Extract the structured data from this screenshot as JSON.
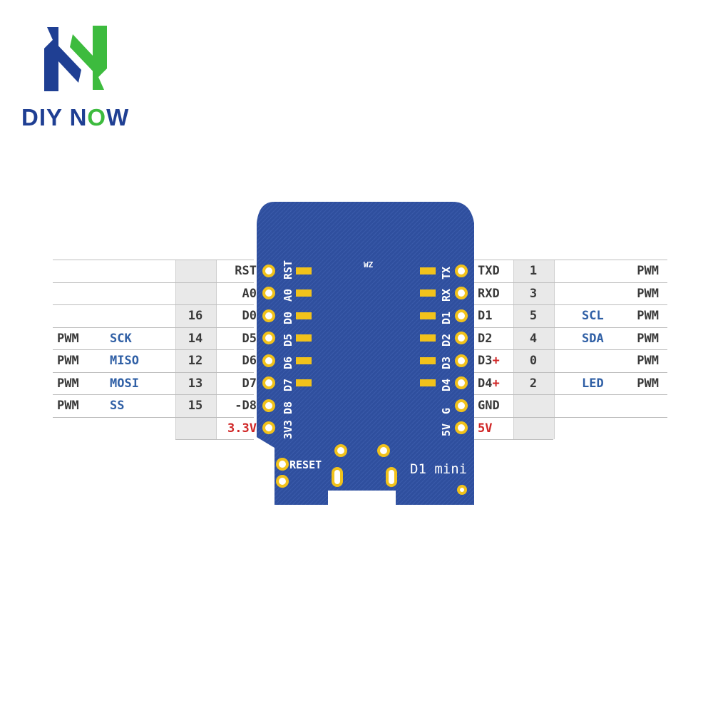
{
  "brand": {
    "name_part1": "DIY N",
    "name_o": "O",
    "name_part2": "W",
    "colors": {
      "blue": "#1f3f93",
      "green": "#3dbb3e"
    }
  },
  "left_pins": [
    {
      "pin": "RST",
      "gpio": "",
      "func": "",
      "pwm": ""
    },
    {
      "pin": "A0",
      "gpio": "",
      "func": "",
      "pwm": ""
    },
    {
      "pin": "D0",
      "gpio": "16",
      "func": "",
      "pwm": ""
    },
    {
      "pin": "D5",
      "gpio": "14",
      "func": "SCK",
      "pwm": "PWM"
    },
    {
      "pin": "D6",
      "gpio": "12",
      "func": "MISO",
      "pwm": "PWM"
    },
    {
      "pin": "D7",
      "gpio": "13",
      "func": "MOSI",
      "pwm": "PWM"
    },
    {
      "pin": "-D8",
      "gpio": "15",
      "func": "SS",
      "pwm": "PWM"
    },
    {
      "pin": "3.3V",
      "gpio": "",
      "func": "",
      "pwm": ""
    }
  ],
  "right_pins": [
    {
      "pin": "TXD",
      "gpio": "1",
      "func": "",
      "pwm": "PWM"
    },
    {
      "pin": "RXD",
      "gpio": "3",
      "func": "",
      "pwm": "PWM"
    },
    {
      "pin": "D1",
      "gpio": "5",
      "func": "SCL",
      "pwm": "PWM"
    },
    {
      "pin": "D2",
      "gpio": "4",
      "func": "SDA",
      "pwm": "PWM"
    },
    {
      "pin": "D3",
      "plus": "+",
      "gpio": "0",
      "func": "",
      "pwm": "PWM"
    },
    {
      "pin": "D4",
      "plus": "+",
      "gpio": "2",
      "func": "LED",
      "pwm": "PWM"
    },
    {
      "pin": "GND",
      "gpio": "",
      "func": "",
      "pwm": ""
    },
    {
      "pin": "5V",
      "gpio": "",
      "func": "",
      "pwm": ""
    }
  ],
  "board": {
    "left_silk": [
      "RST",
      "A0",
      "D0",
      "D5",
      "D6",
      "D7",
      "D8",
      "3V3"
    ],
    "right_silk": [
      "TX",
      "RX",
      "D1",
      "D2",
      "D3",
      "D4",
      "G",
      "5V"
    ],
    "reset_label": "RESET",
    "model_label": "D1 mini",
    "top_mark": "WZ",
    "colors": {
      "pcb": "#2f4f9e",
      "gold": "#f1c21b",
      "power_red": "#d02626",
      "func_blue": "#2f5fa5"
    }
  }
}
